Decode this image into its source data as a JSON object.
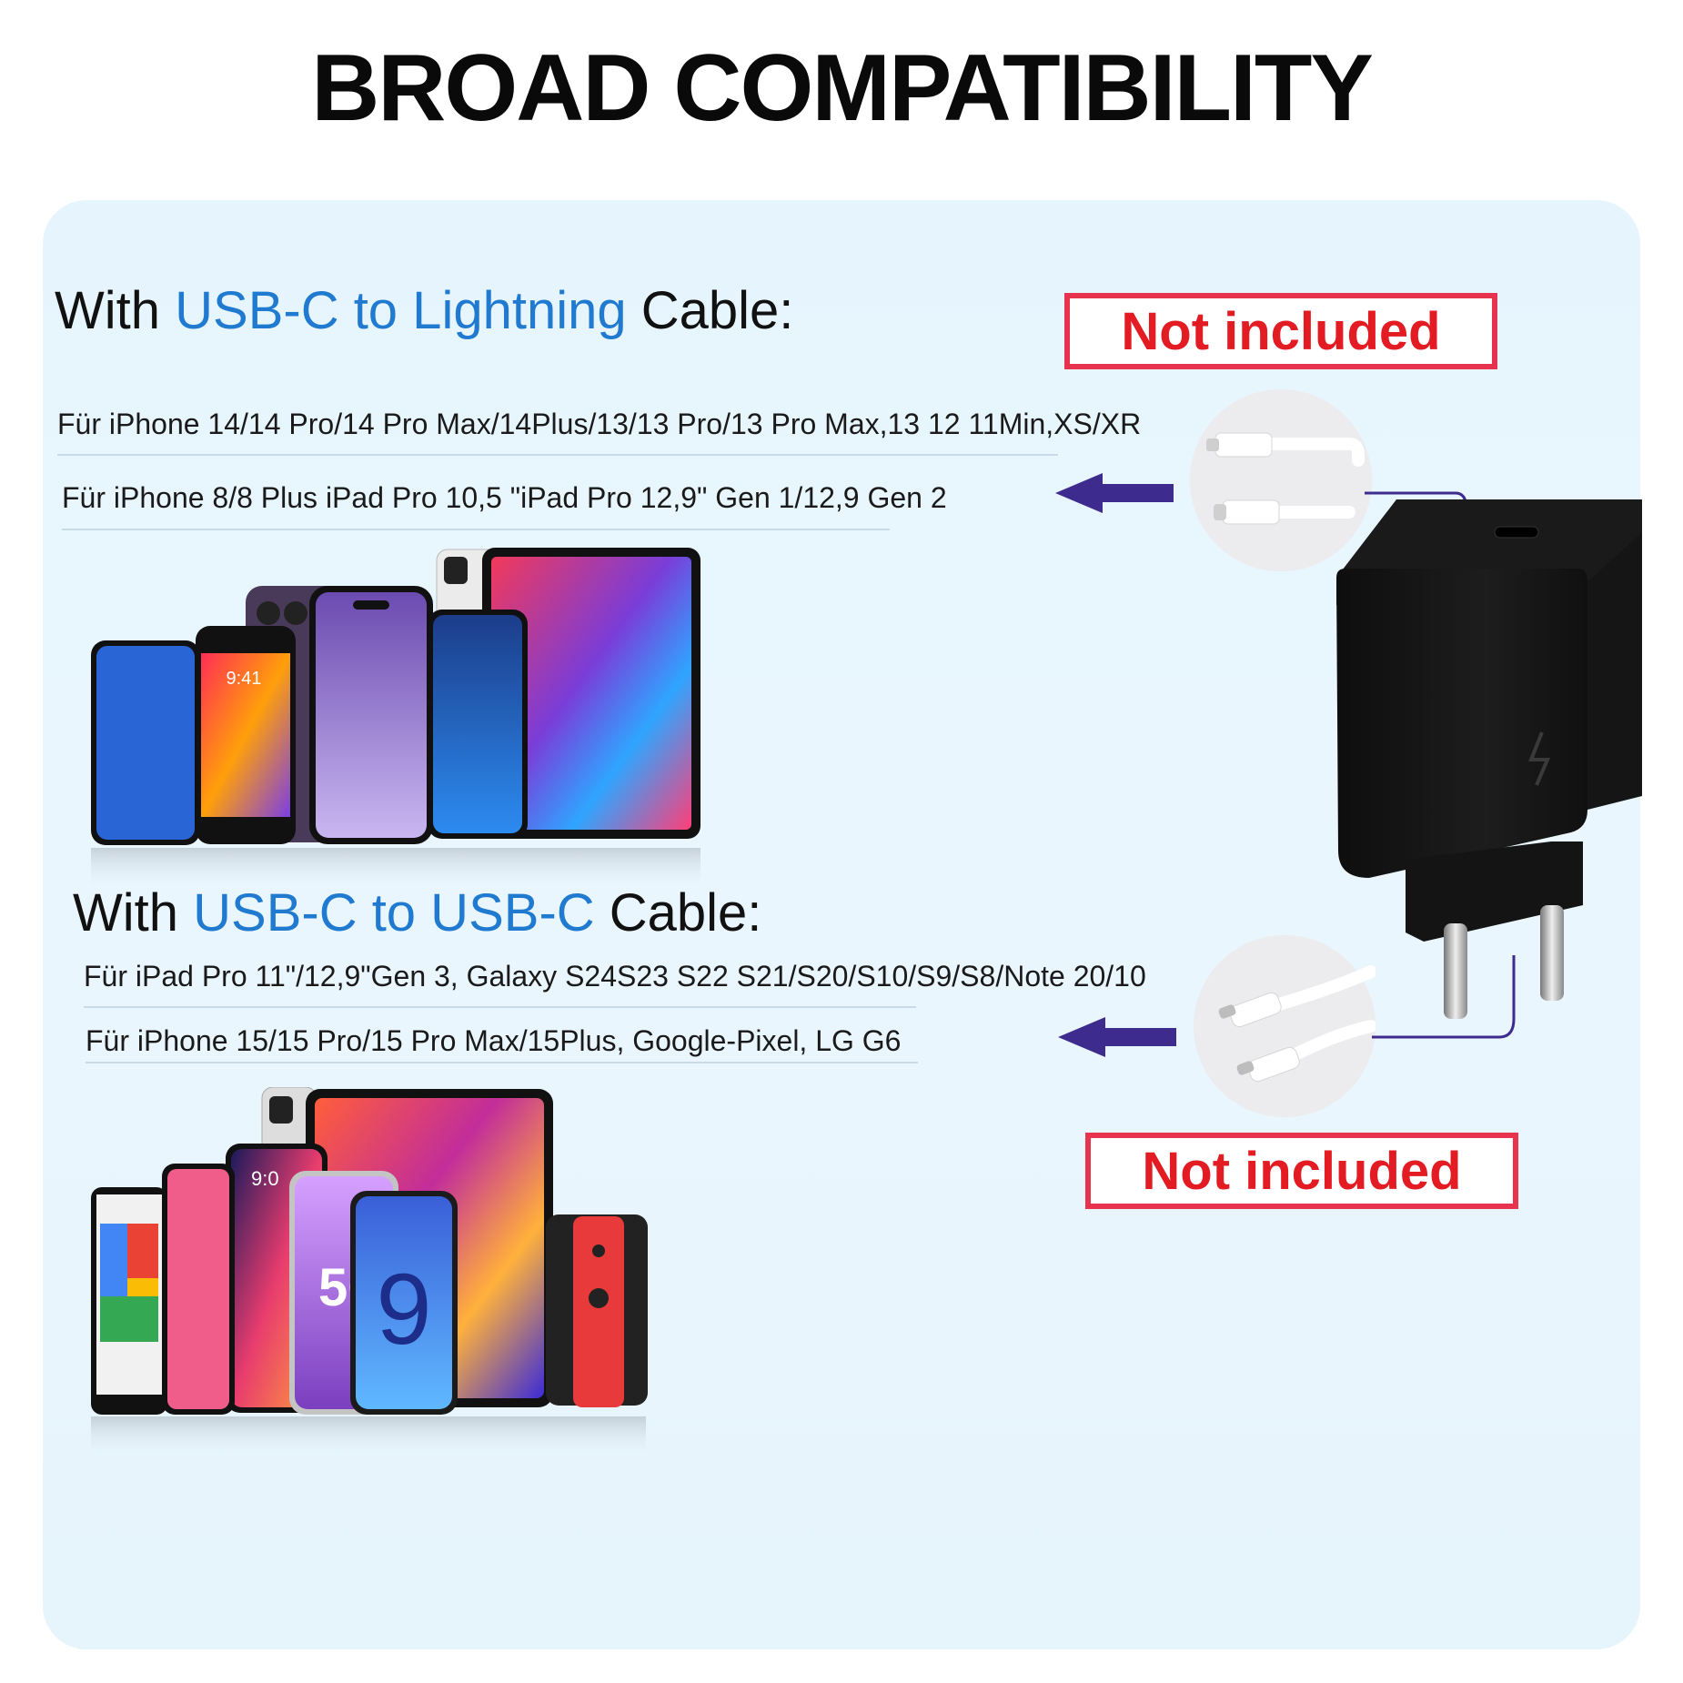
{
  "title": "BROAD COMPATIBILITY",
  "section_lightning": {
    "heading_prefix": "With ",
    "heading_highlight": "USB-C to Lightning",
    "heading_suffix": " Cable:",
    "line1": "Für iPhone 14/14 Pro/14 Pro Max/14Plus/13/13 Pro/13 Pro Max,13 12 11Min,XS/XR",
    "line2": "Für iPhone 8/8 Plus iPad Pro 10,5 \"iPad Pro 12,9\" Gen 1/12,9 Gen 2",
    "badge": "Not included"
  },
  "section_usbc": {
    "heading_prefix": "With ",
    "heading_highlight": "USB-C to USB-C",
    "heading_suffix": " Cable:",
    "line1": "Für iPad Pro 11\"/12,9\"Gen 3, Galaxy S24S23 S22 S21/S20/S10/S9/S8/Note 20/10",
    "line2": "Für iPhone 15/15 Pro/15 Pro Max/15Plus, Google-Pixel, LG G6",
    "badge": "Not included"
  },
  "device_screens": {
    "phone_time": "9:41",
    "galaxy_number": "9",
    "s20_label": "5G",
    "lg_time": "9:0"
  },
  "colors": {
    "accent_blue": "#1f7ad0",
    "badge_red": "#e31b23",
    "arrow_indigo": "#3d2b8e",
    "panel_bg": "#e8f5fd"
  },
  "icons": {
    "arrow": "arrow-left-icon",
    "charger": "usb-c-charger-image",
    "lightning_cable": "lightning-cable-image",
    "usbc_cable": "usbc-cable-image"
  }
}
